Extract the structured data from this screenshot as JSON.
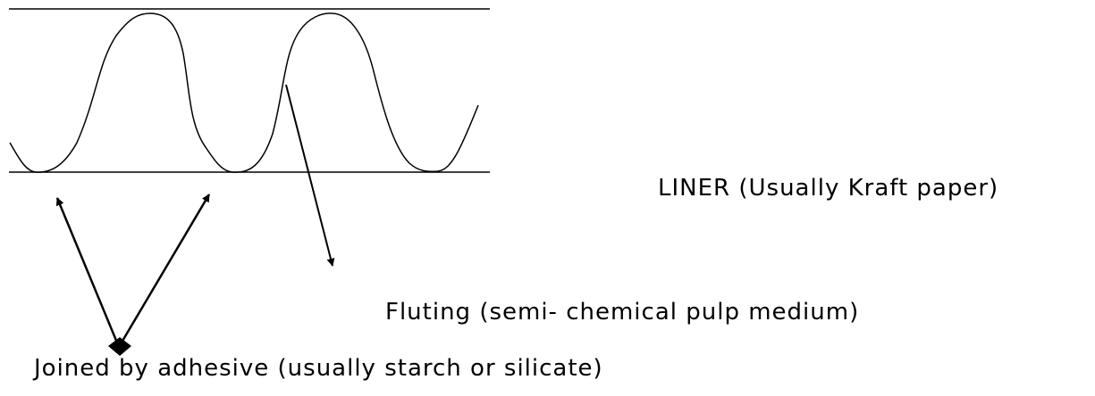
{
  "labels": {
    "liner": "LINER (Usually Kraft paper)",
    "fluting": "Fluting (semi- chemical pulp medium)",
    "adhesive": "Joined by adhesive (usually starch or silicate)"
  },
  "colors": {
    "stroke": "#000000",
    "background": "#ffffff"
  }
}
